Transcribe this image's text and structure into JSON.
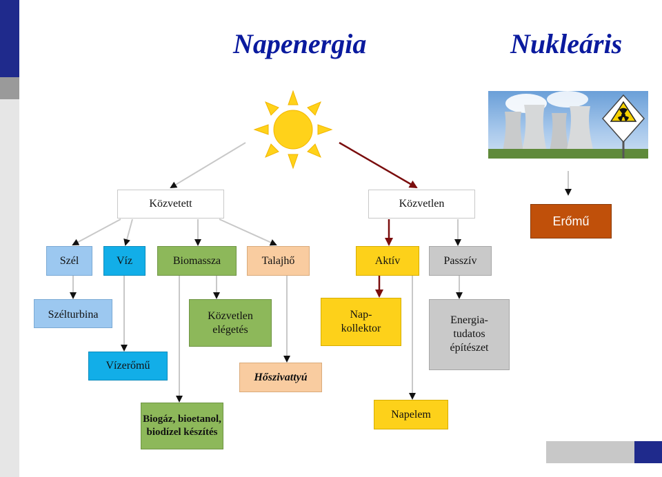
{
  "titles": {
    "left": "Napenergia",
    "right": "Nukleáris"
  },
  "level1": {
    "indirect": "Közvetett",
    "direct": "Közvetlen",
    "plant": "Erőmű"
  },
  "level2": {
    "wind": "Szél",
    "water": "Víz",
    "biomass": "Biomassza",
    "geothermal": "Talajhő",
    "active": "Aktív",
    "passive": "Passzív"
  },
  "level3": {
    "wind_turbine": "Szélturbina",
    "hydro_plant": "Vízerőmű",
    "direct_burning_1": "Közvetlen",
    "direct_burning_2": "elégetés",
    "biofuel_1": "Biogáz, bioetanol,",
    "biofuel_2": "biodízel készítés",
    "heat_pump": "Hőszivattyú",
    "collector_1": "Nap-",
    "collector_2": "kollektor",
    "solar_panel": "Napelem",
    "energy_arch_1": "Energia-",
    "energy_arch_2": "tudatos",
    "energy_arch_3": "építészet"
  },
  "colors": {
    "title_blue": "#0a1a9e",
    "light_blue": "#9cc8f0",
    "cyan": "#12aee8",
    "green": "#8db85a",
    "peach": "#f9cca0",
    "yellow": "#fdd11a",
    "gray": "#c9c9c9",
    "orange": "#c0500a",
    "arrow_dark_red": "#7a0d0d"
  }
}
